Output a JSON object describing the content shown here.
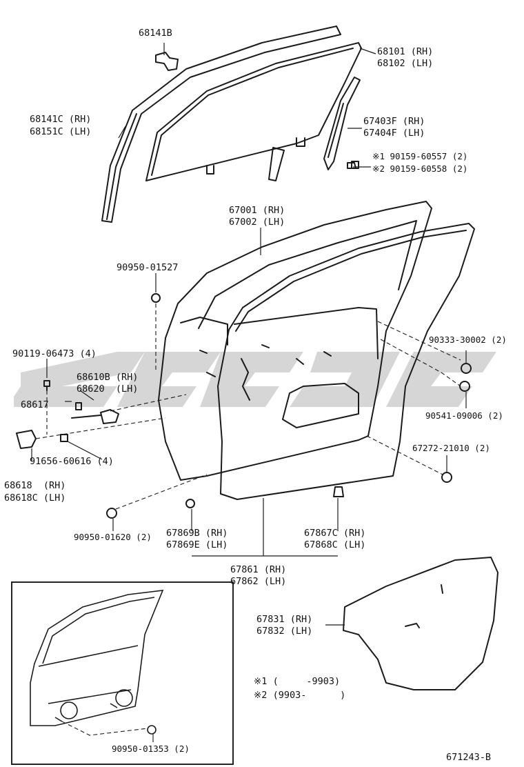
{
  "labels": {
    "p68141B": "68141B",
    "p68101": "68101 (RH)",
    "p68102": "68102 (LH)",
    "p68141C": "68141C (RH)",
    "p68151C": "68151C (LH)",
    "p67403F": "67403F (RH)",
    "p67404F": "67404F (LH)",
    "n1": "※1 90159-60557 (2)",
    "n2": "※2 90159-60558 (2)",
    "p67001": "67001 (RH)",
    "p67002": "67002 (LH)",
    "p90950_01527": "90950-01527",
    "p90119": "90119-06473 (4)",
    "p68610B": "68610B (RH)",
    "p68620": "68620  (LH)",
    "p68617": "68617",
    "p91656": "91656-60616 (4)",
    "p68618": "68618  (RH)",
    "p68618C": "68618C (LH)",
    "p90333": "90333-30002 (2)",
    "p90541": "90541-09006 (2)",
    "p67272": "67272-21010 (2)",
    "p90950_01620": "90950-01620 (2)",
    "p67869B": "67869B (RH)",
    "p67869E": "67869E (LH)",
    "p67867C": "67867C (RH)",
    "p67868C": "67868C (LH)",
    "p67861": "67861 (RH)",
    "p67862": "67862 (LH)",
    "p67831": "67831 (RH)",
    "p67832": "67832 (LH)",
    "note1": "※1 (     -9903)",
    "note2": "※2 (9903-      )",
    "p90950_01353": "90950-01353 (2)",
    "figure_id": "671243-B"
  },
  "colors": {
    "line": "#1a1a1a",
    "watermark": "#c8c8c8"
  }
}
